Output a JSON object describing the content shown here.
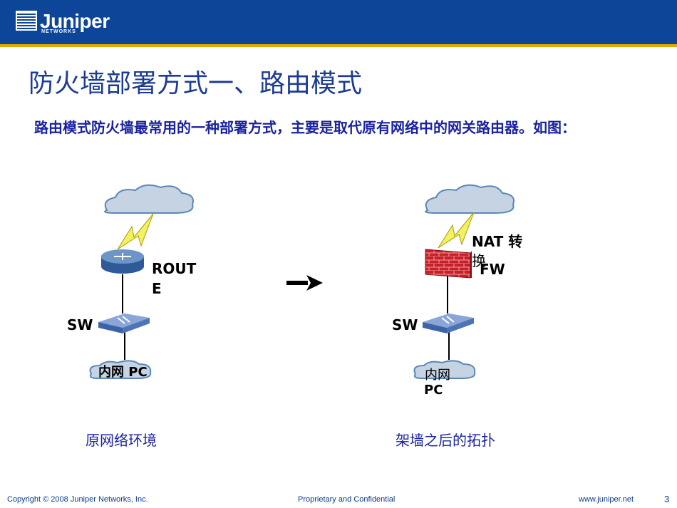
{
  "header": {
    "logo_text": "Juniper",
    "logo_sub": "NETWORKS"
  },
  "title": "防火墙部署方式一、路由模式",
  "body_text": "路由模式防火墙最常用的一种部署方式，主要是取代原有网络中的网关路由器。如图：",
  "left_diagram": {
    "router_label_1": "ROUT",
    "router_label_2": "E",
    "switch_label": "SW",
    "pc_label": "内网 PC",
    "caption": "原网络环境"
  },
  "right_diagram": {
    "nat_label_1": "NAT 转",
    "nat_label_2": "换",
    "fw_label": "FW",
    "switch_label": "SW",
    "pc_label_1": "内网",
    "pc_label_2": "PC",
    "caption": "架墙之后的拓扑"
  },
  "footer": {
    "copyright": "Copyright © 2008 Juniper Networks, Inc.",
    "center": "Proprietary and Confidential",
    "url": "www.juniper.net",
    "page": "3"
  }
}
